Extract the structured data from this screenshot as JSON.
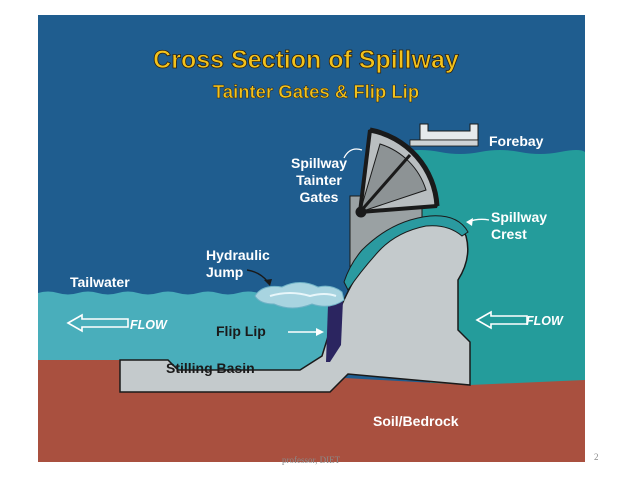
{
  "title": "Cross Section of Spillway",
  "subtitle": "Tainter Gates & Flip Lip",
  "labels": {
    "forebay": "Forebay",
    "spillway_tainter_gates": [
      "Spillway",
      "Tainter",
      "Gates"
    ],
    "spillway_crest": [
      "Spillway",
      "Crest"
    ],
    "hydraulic_jump": [
      "Hydraulic",
      "Jump"
    ],
    "tailwater": "Tailwater",
    "flow_left": "FLOW",
    "flow_right": "FLOW",
    "flip_lip": "Flip Lip",
    "stilling_basin": "Stilling Basin",
    "soil_bedrock": "Soil/Bedrock"
  },
  "footer_text": "professor, DIET",
  "page_number": "2",
  "colors": {
    "sky": "#1f5d8f",
    "title_yellow": "#f3c21b",
    "forebay_water": "#249c9b",
    "tailwater": "#49aebb",
    "concrete": "#c4cacc",
    "bedrock": "#a9503f",
    "gate": "#1a1a1a",
    "flip_lip": "#2b2560"
  }
}
